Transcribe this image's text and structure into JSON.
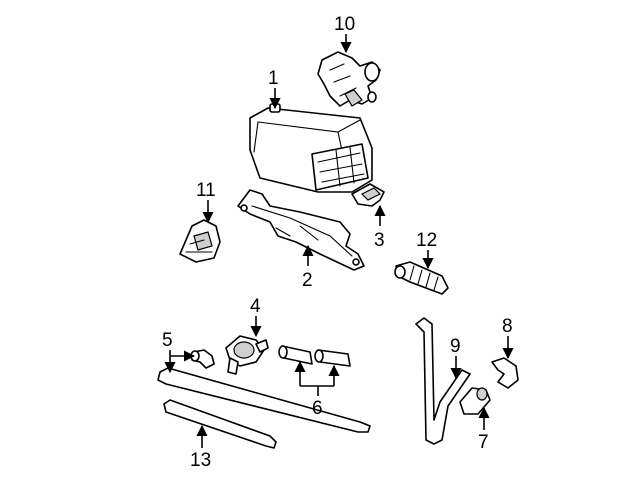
{
  "callouts": {
    "c1": "1",
    "c2": "2",
    "c3": "3",
    "c4": "4",
    "c5": "5",
    "c6": "6",
    "c7": "7",
    "c8": "8",
    "c9": "9",
    "c10": "10",
    "c11": "11",
    "c12": "12",
    "c13": "13"
  },
  "colors": {
    "line": "#000000",
    "background": "#ffffff",
    "shade": "#cfcfcf"
  }
}
